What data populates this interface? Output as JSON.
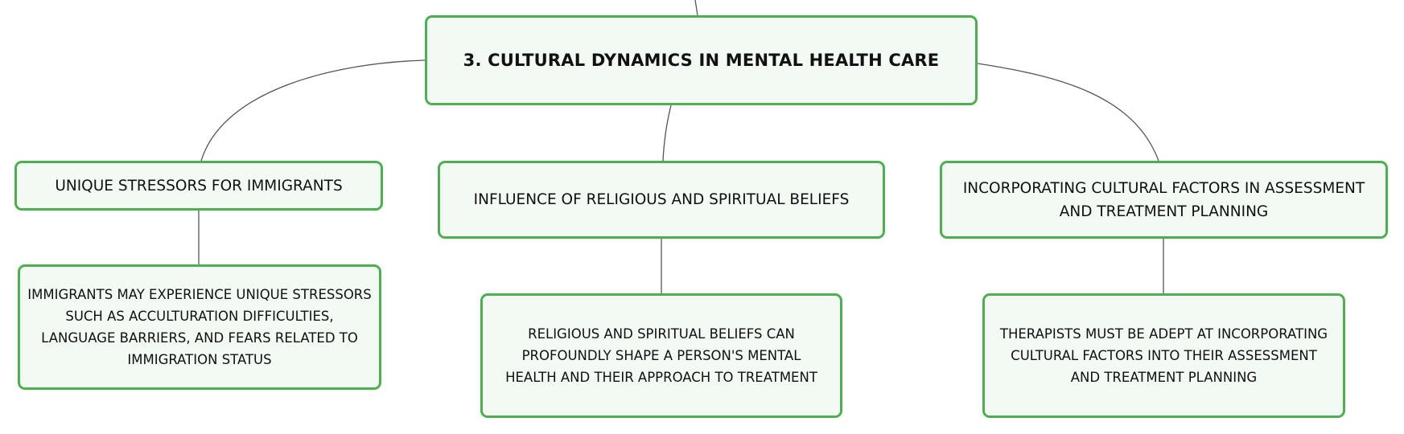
{
  "map": {
    "root": {
      "title": "3. CULTURAL DYNAMICS IN MENTAL HEALTH CARE"
    },
    "branches": [
      {
        "label": "UNIQUE STRESSORS FOR IMMIGRANTS",
        "detail": "IMMIGRANTS MAY EXPERIENCE UNIQUE STRESSORS SUCH AS ACCULTURATION DIFFICULTIES, LANGUAGE BARRIERS, AND FEARS RELATED TO IMMIGRATION STATUS"
      },
      {
        "label": "INFLUENCE OF RELIGIOUS AND SPIRITUAL BELIEFS",
        "detail": "RELIGIOUS AND SPIRITUAL BELIEFS CAN PROFOUNDLY SHAPE A PERSON'S MENTAL HEALTH AND THEIR APPROACH TO TREATMENT"
      },
      {
        "label": "INCORPORATING CULTURAL FACTORS IN ASSESSMENT AND TREATMENT PLANNING",
        "detail": "THERAPISTS MUST BE ADEPT AT INCORPORATING CULTURAL FACTORS INTO THEIR ASSESSMENT AND TREATMENT PLANNING"
      }
    ]
  },
  "colors": {
    "node_border": "#4caf50",
    "node_fill": "#f2faf3",
    "connector": "#555555"
  }
}
